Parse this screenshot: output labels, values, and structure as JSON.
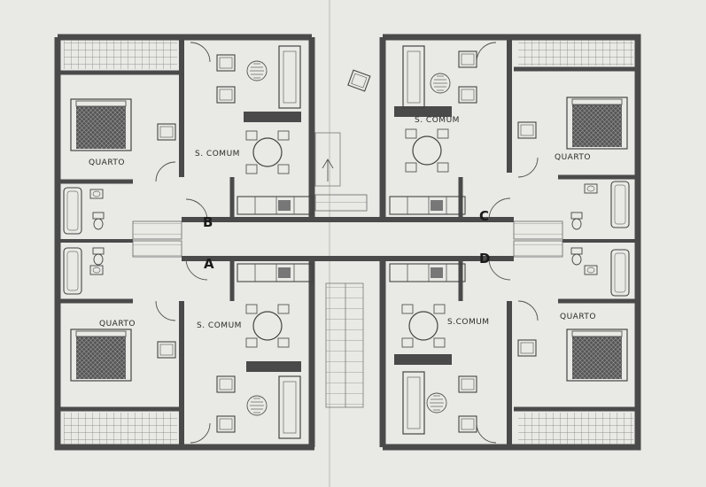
{
  "labels": {
    "quarto": "QUARTO",
    "s_comum": "S. COMUM",
    "s_comum_compact": "S.COMUM"
  },
  "units": [
    "A",
    "B",
    "C",
    "D"
  ],
  "colors": {
    "paper": "#e9e9e5",
    "wall": "#4a4a4a",
    "line": "#555555",
    "hatch": "#6a6a6a"
  }
}
